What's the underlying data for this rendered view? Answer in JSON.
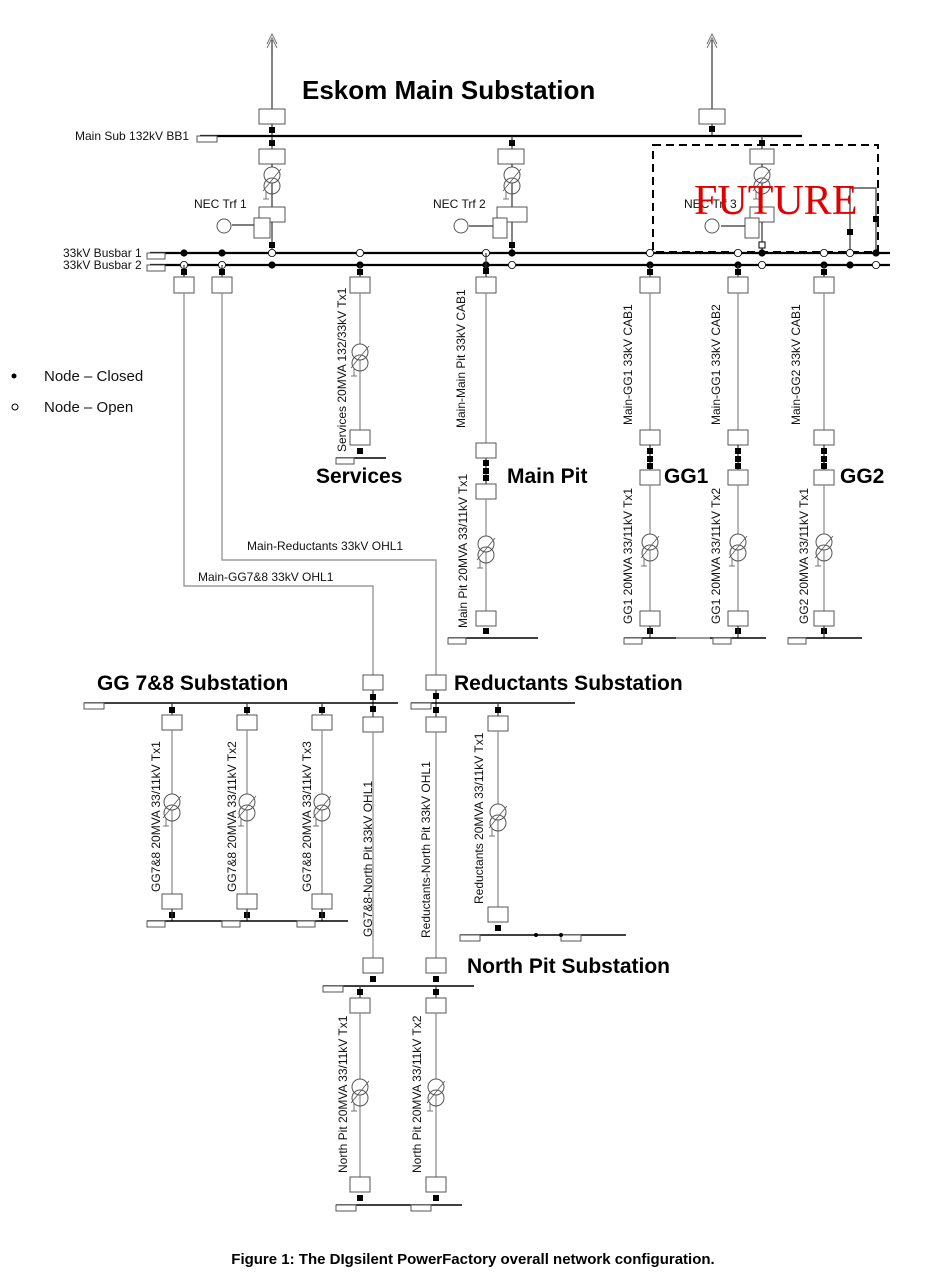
{
  "titles": {
    "eskom": "Eskom Main Substation",
    "services": "Services",
    "main_pit": "Main Pit",
    "gg1": "GG1",
    "gg2": "GG2",
    "gg78": "GG 7&8 Substation",
    "reductants": "Reductants Substation",
    "north_pit": "North Pit Substation"
  },
  "future_label": "FUTURE",
  "busbars": {
    "main_132": "Main Sub 132kV BB1",
    "bus1": "33kV Busbar 1",
    "bus2": "33kV Busbar 2"
  },
  "transformers_nec": [
    "NEC Trf 1",
    "NEC Trf 2",
    "NEC Trf 3"
  ],
  "branches": {
    "services_tx": "Services 20MVA 132/33kV Tx1",
    "main_pit_cab": "Main-Main Pit 33kV CAB1",
    "main_pit_tx": "Main Pit 20MVA 33/11kV Tx1",
    "gg1_cab1": "Main-GG1 33kV CAB1",
    "gg1_cab2": "Main-GG1 33kV CAB2",
    "gg2_cab1": "Main-GG2 33kV CAB1",
    "gg1_tx1": "GG1 20MVA 33/11kV Tx1",
    "gg1_tx2": "GG1 20MVA 33/11kV Tx2",
    "gg2_tx1": "GG2 20MVA 33/11kV Tx1",
    "reductants_ohl": "Main-Reductants 33kV OHL1",
    "gg78_ohl": "Main-GG7&8 33kV OHL1",
    "gg78_tx1": "GG7&8 20MVA 33/11kV Tx1",
    "gg78_tx2": "GG7&8 20MVA 33/11kV Tx2",
    "gg78_tx3": "GG7&8 20MVA 33/11kV Tx3",
    "gg78_np_ohl": "GG7&8-North Pit 33kV OHL1",
    "red_np_ohl": "Reductants-North Pit 33kV OHL1",
    "red_tx1": "Reductants 20MVA 33/11kV Tx1",
    "np_tx1": "North Pit 20MVA 33/11kV Tx1",
    "np_tx2": "North Pit 20MVA 33/11kV Tx2"
  },
  "legend": {
    "closed": "Node – Closed",
    "open": "Node – Open"
  },
  "caption": "Figure 1: The DIgsilent PowerFactory overall network configuration."
}
